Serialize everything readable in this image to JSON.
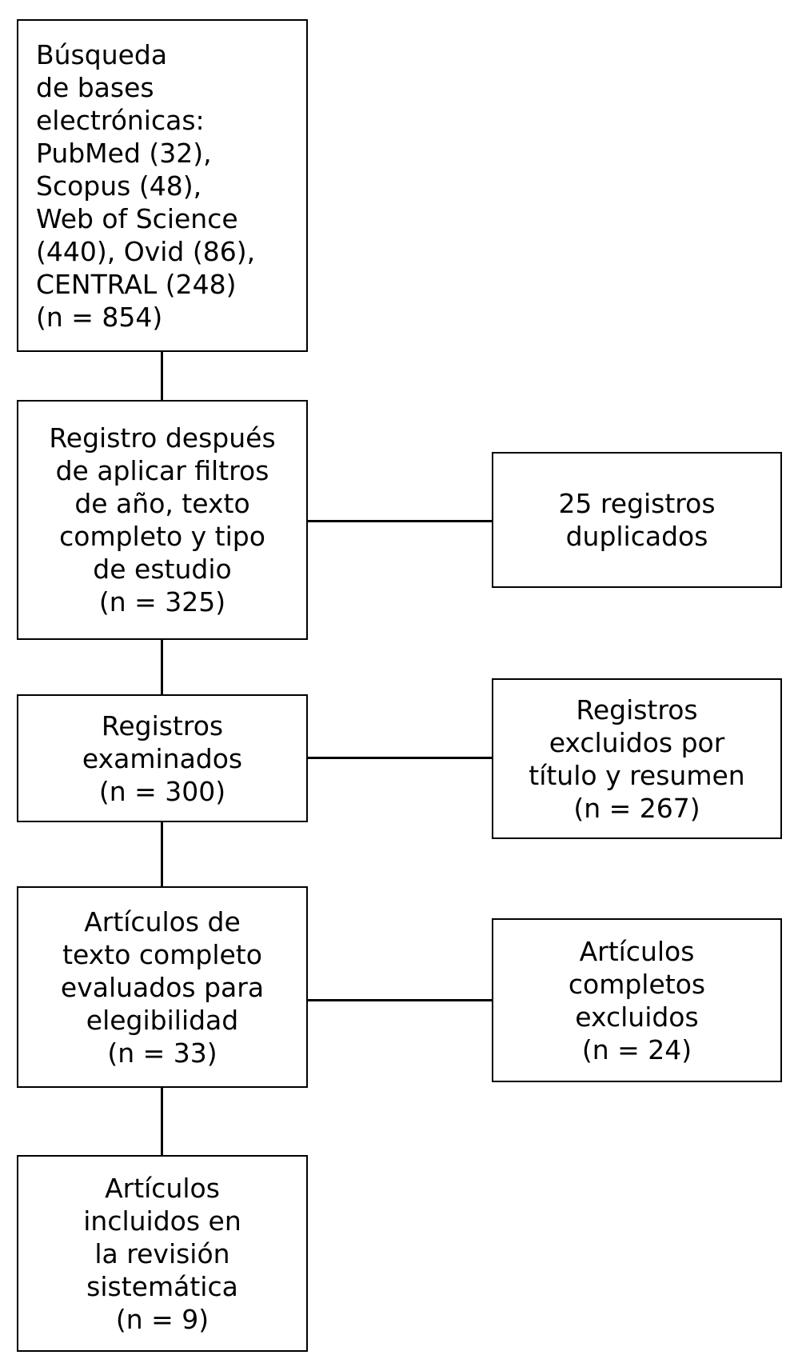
{
  "diagram": {
    "type": "prisma-flow-diagram",
    "language": "es",
    "colors": {
      "background": "#ffffff",
      "border": "#000000",
      "text": "#000000"
    },
    "boxes": {
      "identification": {
        "name": "busqueda-bases-electronicas",
        "text": "Búsqueda\nde bases\nelectrónicas:\nPubMed (32),\nScopus (48),\nWeb of Science\n(440), Ovid (86),\nCENTRAL (248)\n(n = 854)",
        "n": 854,
        "sources": [
          {
            "database": "PubMed",
            "count": 32
          },
          {
            "database": "Scopus",
            "count": 48
          },
          {
            "database": "Web of Science",
            "count": 440
          },
          {
            "database": "Ovid",
            "count": 86
          },
          {
            "database": "CENTRAL",
            "count": 248
          }
        ]
      },
      "after_filters": {
        "name": "registro-despues-filtros",
        "text": "Registro después\nde aplicar filtros\nde año, texto\ncompleto y tipo\nde estudio\n(n = 325)",
        "n": 325
      },
      "duplicates": {
        "name": "registros-duplicados",
        "text": "25 registros\nduplicados",
        "n": 25
      },
      "screened": {
        "name": "registros-examinados",
        "text": "Registros\nexaminados\n(n = 300)",
        "n": 300
      },
      "excluded_title_abstract": {
        "name": "registros-excluidos-titulo-resumen",
        "text": "Registros\nexcluidos por\ntítulo y resumen\n(n = 267)",
        "n": 267
      },
      "eligibility": {
        "name": "articulos-texto-completo-elegibilidad",
        "text": "Artículos de\ntexto completo\nevaluados para\nelegibilidad\n(n = 33)",
        "n": 33
      },
      "excluded_fulltext": {
        "name": "articulos-completos-excluidos",
        "text": "Artículos\ncompletos\nexcluidos\n(n = 24)",
        "n": 24
      },
      "included": {
        "name": "articulos-incluidos-revision-sistematica",
        "text": "Artículos\nincluidos en\nla revisión\nsistemática\n(n = 9)",
        "n": 9
      }
    }
  }
}
